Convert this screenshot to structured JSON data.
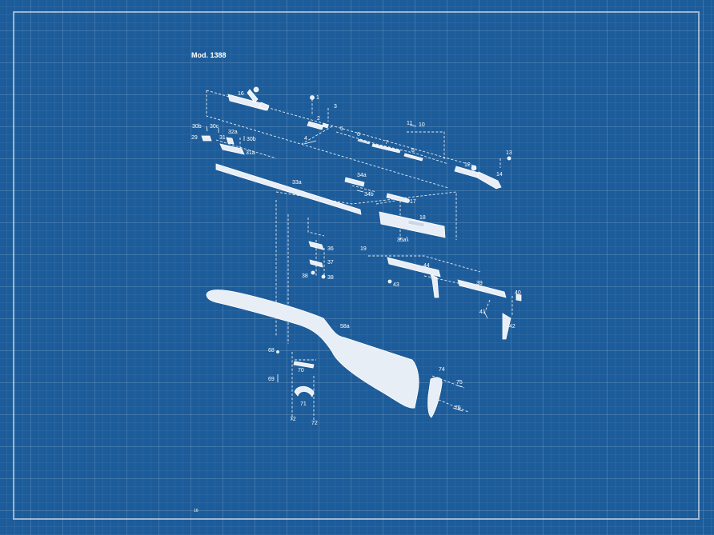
{
  "title": "Mod. 1388",
  "page_number": "16",
  "labels": {
    "p1": "1",
    "p2": "2",
    "p3": "3",
    "p4": "4",
    "p5": "5",
    "p6": "6",
    "p7": "7",
    "p8": "8",
    "p10": "10",
    "p11": "11",
    "p12": "12",
    "p13": "13",
    "p14": "14",
    "p16": "16",
    "p17": "17",
    "p18": "18",
    "p19": "19",
    "p29": "29",
    "p30b_l": "30b",
    "p30c": "30c",
    "p30b_r": "30b",
    "p31": "31",
    "p31a": "31a",
    "p32a": "32a",
    "p33a": "33a",
    "p34a": "34a",
    "p34b": "34b",
    "p35a": "35a",
    "p36": "36",
    "p37": "37",
    "p38a": "38",
    "p38b": "38",
    "p39": "39",
    "p40": "40",
    "p41": "41",
    "p42": "42",
    "p43": "43",
    "p44": "44",
    "p58a": "58a",
    "p68": "68",
    "p69": "69",
    "p70": "70",
    "p71": "71",
    "p72a": "72",
    "p72b": "72",
    "p74": "74",
    "p75a": "75",
    "p75b": "75"
  }
}
